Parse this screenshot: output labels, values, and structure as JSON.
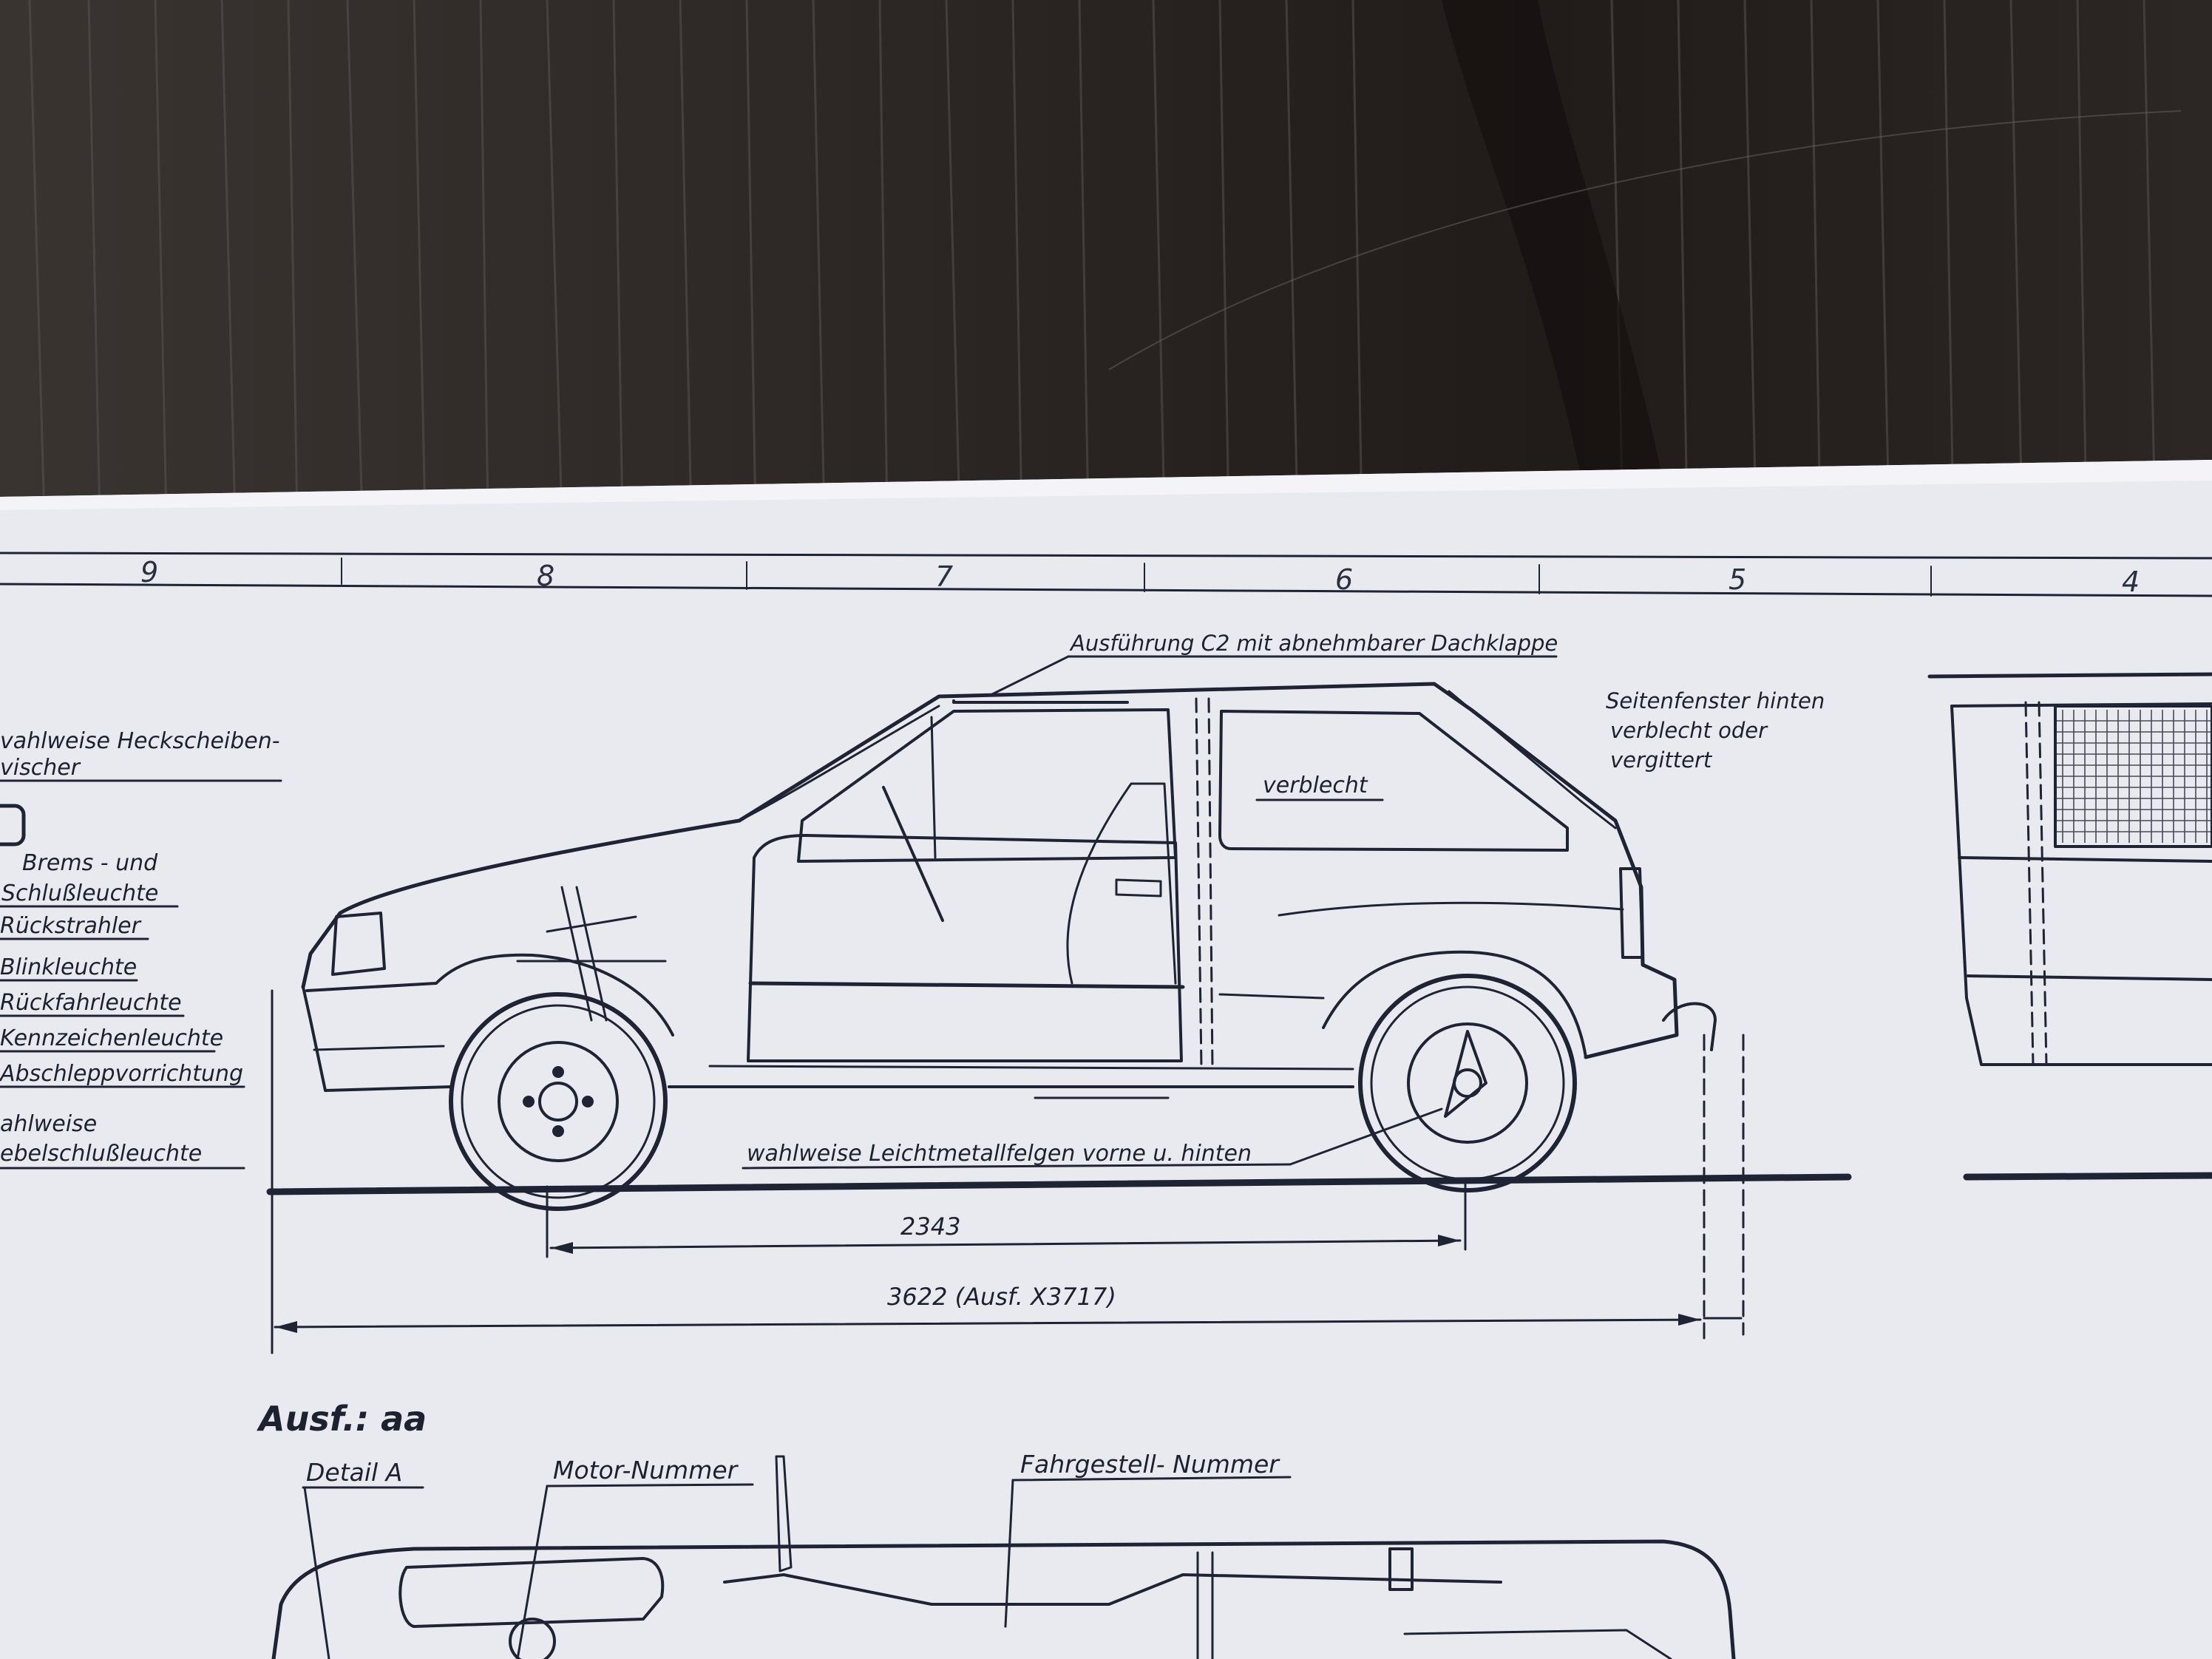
{
  "photo": {
    "subject": "Technical blueprint sheet lying on a dark wooden table",
    "table_color": "#2b2522",
    "paper_color": "#e9eaf0",
    "ink_color": "#1c2230"
  },
  "zone_numbers": [
    "9",
    "8",
    "7",
    "6",
    "5",
    "4"
  ],
  "callouts": {
    "roof_variant": "Ausführung C2 mit abnehmbarer Dachklappe",
    "side_window_line1": "Seitenfenster hinten",
    "side_window_line2": "verblecht oder",
    "side_window_line3": "vergittert",
    "panel_label": "verblecht",
    "alloy_wheels": "wahlweise Leichtmetallfelgen vorne u. hinten"
  },
  "left_legend": {
    "item1_line1": "vahlweise Heckscheiben-",
    "item1_line2": "vischer",
    "item2_line1": "Brems - und",
    "item2_line2": "Schlußleuchte",
    "item3": "Rückstrahler",
    "item4": "Blinkleuchte",
    "item5": "Rückfahrleuchte",
    "item6": "Kennzeichenleuchte",
    "item7": "Abschleppvorrichtung",
    "item8_line1": "ahlweise",
    "item8_line2": "ebelschlußleuchte"
  },
  "dimensions": {
    "wheelbase": "2343",
    "overall_length": "3622 (Ausf. X3717)"
  },
  "lower_section": {
    "heading": "Ausf.: aa",
    "detail_a": "Detail A",
    "motor_number": "Motor-Nummer",
    "chassis_number": "Fahrgestell- Nummer"
  }
}
